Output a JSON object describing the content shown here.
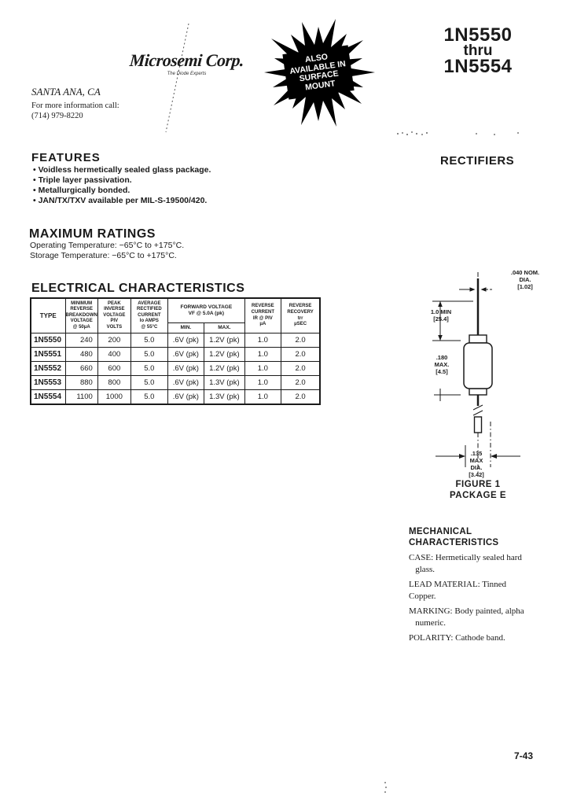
{
  "header": {
    "logo": {
      "name": "Microsemi Corp.",
      "tagline": "The Diode Experts"
    },
    "city": "SANTA ANA, CA",
    "contact_line1": "For more information call:",
    "contact_line2": "(714) 979-8220",
    "badge": "ALSO\nAVAILABLE IN\nSURFACE\nMOUNT",
    "part_range": [
      "1N5550",
      "thru",
      "1N5554"
    ],
    "category": "RECTIFIERS"
  },
  "features": {
    "title": "FEATURES",
    "items": [
      "Voidless hermetically sealed glass package.",
      "Triple layer passivation.",
      "Metallurgically bonded.",
      "JAN/TX/TXV available per MIL-S-19500/420."
    ]
  },
  "maximum_ratings": {
    "title": "MAXIMUM RATINGS",
    "lines": [
      "Operating Temperature: −65°C to +175°C.",
      "Storage Temperature: −65°C to +175°C."
    ]
  },
  "electrical": {
    "title": "ELECTRICAL CHARACTERISTICS",
    "table": {
      "headers": {
        "type": "TYPE",
        "breakdown": "MINIMUM\nREVERSE\nBREAKDOWN\nVOLTAGE\n@ 50μA",
        "piv": "PEAK\nINVERSE\nVOLTAGE\nPIV\nVOLTS",
        "avg_current": "AVERAGE\nRECTIFIED\nCURRENT\nIo AMPS\n@ 55°C",
        "forward_voltage": "FORWARD VOLTAGE\nVF @ 5.0A (pk)",
        "fv_min": "MIN.",
        "fv_max": "MAX.",
        "reverse_current": "REVERSE\nCURRENT\nIR @ PIV\nμA",
        "reverse_recovery": "REVERSE\nRECOVERY\ntrr\nμSEC"
      },
      "rows": [
        {
          "type": "1N5550",
          "breakdown": "240",
          "piv": "200",
          "io": "5.0",
          "vf_min": ".6V (pk)",
          "vf_max": "1.2V (pk)",
          "ir": "1.0",
          "trr": "2.0"
        },
        {
          "type": "1N5551",
          "breakdown": "480",
          "piv": "400",
          "io": "5.0",
          "vf_min": ".6V (pk)",
          "vf_max": "1.2V (pk)",
          "ir": "1.0",
          "trr": "2.0"
        },
        {
          "type": "1N5552",
          "breakdown": "660",
          "piv": "600",
          "io": "5.0",
          "vf_min": ".6V (pk)",
          "vf_max": "1.2V (pk)",
          "ir": "1.0",
          "trr": "2.0"
        },
        {
          "type": "1N5553",
          "breakdown": "880",
          "piv": "800",
          "io": "5.0",
          "vf_min": ".6V (pk)",
          "vf_max": "1.3V (pk)",
          "ir": "1.0",
          "trr": "2.0"
        },
        {
          "type": "1N5554",
          "breakdown": "1100",
          "piv": "1000",
          "io": "5.0",
          "vf_min": ".6V (pk)",
          "vf_max": "1.3V (pk)",
          "ir": "1.0",
          "trr": "2.0"
        }
      ]
    }
  },
  "figure": {
    "dia_top": ".040 NOM.\nDIA.\n[1.02]",
    "lead_length": "1.0 MIN\n[25.4]",
    "body_length": ".180\nMAX.\n[4.5]",
    "dia_bottom": ".135\nMAX\nDIA.\n[3.42]",
    "caption_line1": "FIGURE 1",
    "caption_line2": "PACKAGE E"
  },
  "mechanical": {
    "title": "MECHANICAL\nCHARACTERISTICS",
    "items": [
      "CASE: Hermetically sealed hard\n   glass.",
      "LEAD MATERIAL: Tinned\nCopper.",
      "MARKING: Body painted, alpha\n   numeric.",
      "POLARITY: Cathode band."
    ]
  },
  "footer": {
    "page_number": "7-43"
  },
  "colors": {
    "ink": "#1a1a1a",
    "paper": "#ffffff",
    "badge_bg": "#000000",
    "badge_text": "#ffffff"
  }
}
